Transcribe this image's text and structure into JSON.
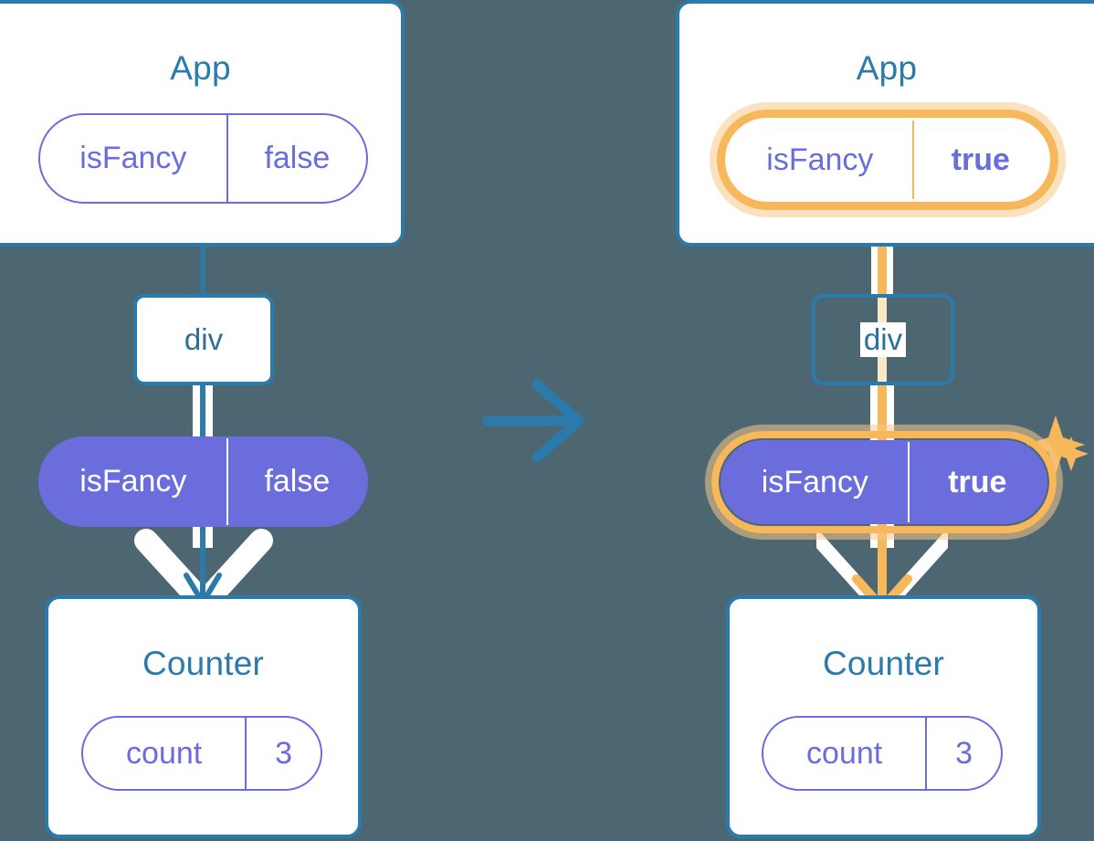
{
  "meta": {
    "title": "React state propagation diagram",
    "background_color": "#4c6771",
    "accent_blue": "#2a7aab",
    "accent_purple": "#6a6ddb",
    "accent_orange": "#f7b75b",
    "accent_orange_soft": "#fadfb3"
  },
  "transition": {
    "icon": "arrow-right-icon",
    "color": "#2a7aab"
  },
  "panels": [
    {
      "id": "before",
      "app": {
        "title": "App",
        "prop": {
          "key": "isFancy",
          "value": "false",
          "highlighted": false,
          "bold_value": false
        }
      },
      "div": {
        "label": "div"
      },
      "prop_pill": {
        "key": "isFancy",
        "value": "false",
        "highlighted": false,
        "bold_value": false
      },
      "counter": {
        "title": "Counter",
        "state": {
          "key": "count",
          "value": "3",
          "highlighted": false,
          "bold_value": false
        }
      },
      "flow_color": "#2a7aab",
      "sparkles": false
    },
    {
      "id": "after",
      "app": {
        "title": "App",
        "prop": {
          "key": "isFancy",
          "value": "true",
          "highlighted": true,
          "bold_value": true
        }
      },
      "div": {
        "label": "div"
      },
      "prop_pill": {
        "key": "isFancy",
        "value": "true",
        "highlighted": true,
        "bold_value": true
      },
      "counter": {
        "title": "Counter",
        "state": {
          "key": "count",
          "value": "3",
          "highlighted": false,
          "bold_value": false
        }
      },
      "flow_color": "#f7b75b",
      "sparkles": true
    }
  ]
}
